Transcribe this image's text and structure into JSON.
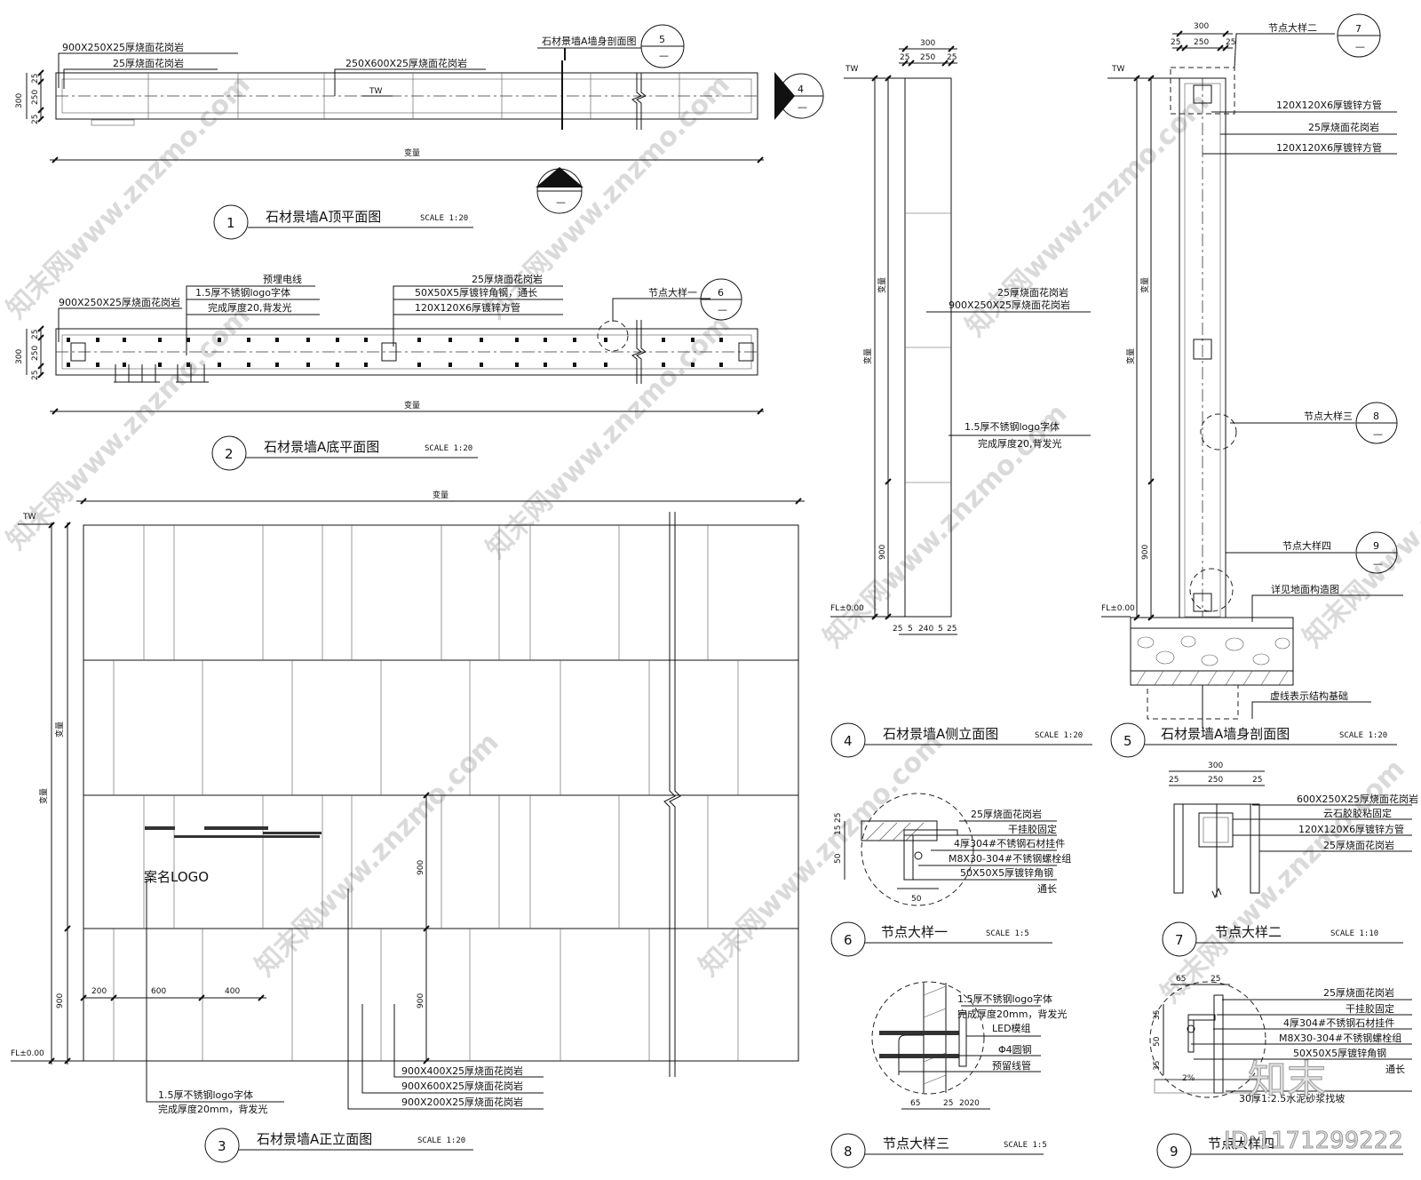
{
  "colors": {
    "line": "#111111",
    "watermark": "#d6d6d6",
    "background": "#ffffff"
  },
  "views": {
    "v1": {
      "num": "1",
      "title": "石材景墙A顶平面图",
      "scale": "SCALE 1:20"
    },
    "v2": {
      "num": "2",
      "title": "石材景墙A底平面图",
      "scale": "SCALE 1:20"
    },
    "v3": {
      "num": "3",
      "title": "石材景墙A正立面图",
      "scale": "SCALE 1:20"
    },
    "v4": {
      "num": "4",
      "title": "石材景墙A侧立面图",
      "scale": "SCALE 1:20"
    },
    "v5": {
      "num": "5",
      "title": "石材景墙A墙身剖面图",
      "scale": "SCALE 1:20"
    },
    "v6": {
      "num": "6",
      "title": "节点大样一",
      "scale": "SCALE 1:5"
    },
    "v7": {
      "num": "7",
      "title": "节点大样二",
      "scale": "SCALE 1:10"
    },
    "v8": {
      "num": "8",
      "title": "节点大样三",
      "scale": "SCALE 1:5"
    },
    "v9": {
      "num": "9",
      "title": "节点大样四",
      "scale": ""
    }
  },
  "refs": {
    "r3": "3",
    "r4": "4",
    "r5": "5",
    "r6": "6",
    "r7": "7",
    "r8": "8",
    "r9": "9",
    "dash": "—"
  },
  "labels": {
    "top_900x250": "900X250X25厚烧面花岗岩",
    "top_25": "25厚烧面花岗岩",
    "top_250x600": "250X600X25厚烧面花岗岩",
    "sec_marker": "石材景墙A墙身剖面图",
    "tw": "TW",
    "bianliang": "变量",
    "d300": "300",
    "d250": "250",
    "d25": "25",
    "d900": "900",
    "d200": "200",
    "d600": "600",
    "d400": "400",
    "d50": "50",
    "d65": "65",
    "d240": "240",
    "d5": "5",
    "d15": "15",
    "d35": "35",
    "d2020": "2020",
    "fl": "FL±0.00",
    "b_wire": "预埋电线",
    "b_900x250": "900X250X25厚烧面花岗岩",
    "b_logo1": "1.5厚不锈钢logo字体",
    "b_logo2": "完成厚度20,背发光",
    "b_25": "25厚烧面花岗岩",
    "b_angle": "50X50X5厚镀锌角钢，通长",
    "b_tube": "120X120X6厚镀锌方管",
    "b_node1": "节点大样一",
    "f_logo_text": "案名LOGO",
    "f_logo1": "1.5厚不锈钢logo字体",
    "f_logo2": "完成厚度20mm，背发光",
    "f_900x400": "900X400X25厚烧面花岗岩",
    "f_900x600": "900X600X25厚烧面花岗岩",
    "f_900x200": "900X200X25厚烧面花岗岩",
    "s_25": "25厚烧面花岗岩",
    "s_900x250": "900X250X25厚烧面花岗岩",
    "s_logo1": "1.5厚不锈钢logo字体",
    "s_logo2": "完成厚度20,背发光",
    "c_node2": "节点大样二",
    "c_tube1": "120X120X6厚镀锌方管",
    "c_25": "25厚烧面花岗岩",
    "c_tube2": "120X120X6厚镀锌方管",
    "c_node3": "节点大样三",
    "c_node4": "节点大样四",
    "c_ground": "详见地面构造图",
    "c_dashed": "虚线表示结构基础",
    "n6_1": "25厚烧面花岗岩",
    "n6_2": "干挂胶固定",
    "n6_3": "4厚304#不锈钢石材挂件",
    "n6_4": "M8X30-304#不锈钢螺栓组",
    "n6_5": "50X50X5厚镀锌角钢",
    "n6_6": "通长",
    "n7_1": "600X250X25厚烧面花岗岩",
    "n7_2": "云石胶胶粘固定",
    "n7_3": "120X120X6厚镀锌方管",
    "n7_4": "25厚烧面花岗岩",
    "n8_1": "1.5厚不锈钢logo字体",
    "n8_2": "完成厚度20mm，背发光",
    "n8_3": "LED模组",
    "n8_4": "Φ4圆钢",
    "n8_5": "预留线管",
    "n9_1": "25厚烧面花岗岩",
    "n9_2": "干挂胶固定",
    "n9_3": "4厚304#不锈钢石材挂件",
    "n9_4": "M8X30-304#不锈钢螺栓组",
    "n9_5": "50X50X5厚镀锌角钢",
    "n9_6": "通长",
    "n9_7": "30厚1:2.5水泥砂浆找坡",
    "n9_pct": "2%"
  },
  "watermark": {
    "text": "知末网www.znzmo.com",
    "brand": "知末",
    "id": "ID:1171299222"
  }
}
